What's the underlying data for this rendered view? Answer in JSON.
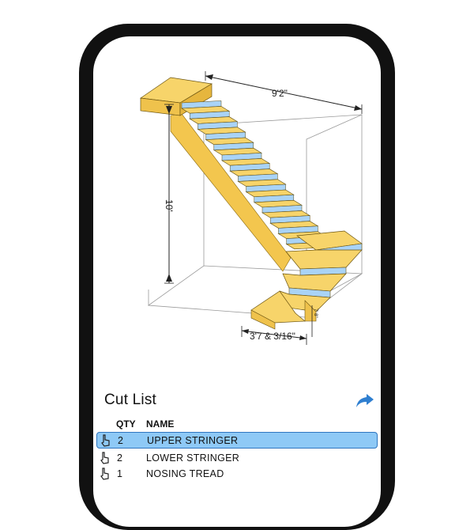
{
  "drawing": {
    "dim_width": "9'2\"",
    "dim_height": "10'",
    "dim_landing": "3'7 & 3/16\"",
    "dim_small": "7' 8\""
  },
  "cut_list": {
    "title": "Cut List",
    "share_icon": "share-arrow-icon",
    "columns": {
      "qty": "QTY",
      "name": "NAME"
    },
    "rows": [
      {
        "qty": "2",
        "name": "UPPER STRINGER",
        "selected": true
      },
      {
        "qty": "2",
        "name": "LOWER STRINGER",
        "selected": false
      },
      {
        "qty": "1",
        "name": "NOSING TREAD",
        "selected": false
      }
    ]
  },
  "colors": {
    "wood": "#f7d46a",
    "riser": "#a9d3f6",
    "accent": "#2f7fd0",
    "selection": "#8ec9f6"
  }
}
